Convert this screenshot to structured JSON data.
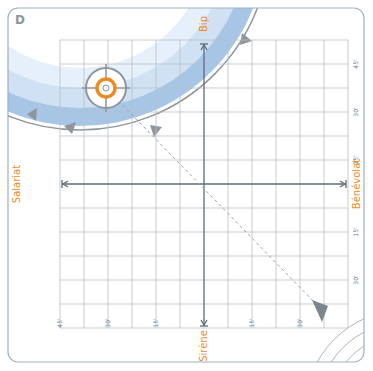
{
  "diagram": {
    "labels": [
      "D",
      "Bip",
      "Salariat",
      "Bénévolat",
      "Sirène",
      "45'",
      "30'",
      "15'",
      "15'",
      "30'",
      "45'",
      "30'",
      "15'",
      "15'",
      "30'"
    ]
  }
}
